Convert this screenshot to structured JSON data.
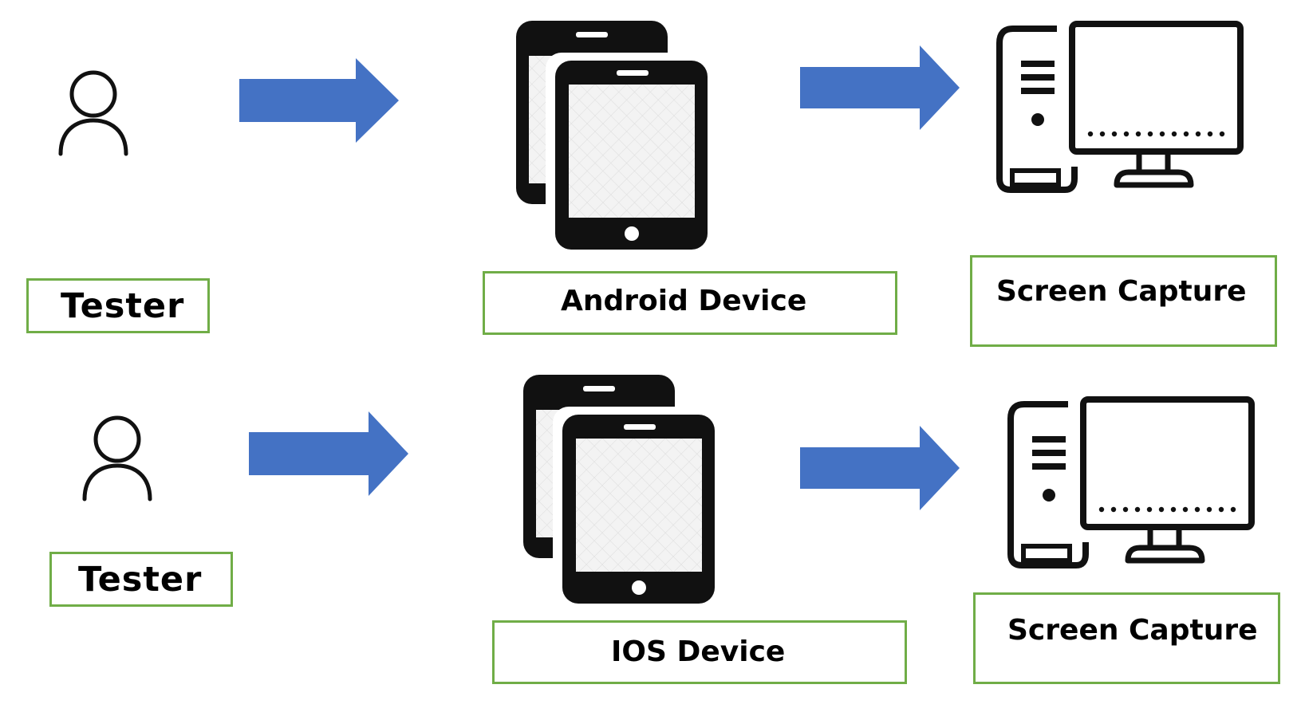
{
  "rows": [
    {
      "tester_label": "Tester",
      "device_label": "Android Device",
      "capture_label": "Screen Capture"
    },
    {
      "tester_label": "Tester",
      "device_label": "IOS Device",
      "capture_label": "Screen Capture"
    }
  ],
  "icons": {
    "tester": "person-outline-icon",
    "device": "tablets-icon",
    "capture": "desktop-computer-icon",
    "flow": "right-arrow"
  },
  "colors": {
    "arrow_fill": "#4472c4",
    "box_border": "#70ad47",
    "icon": "#111111"
  }
}
